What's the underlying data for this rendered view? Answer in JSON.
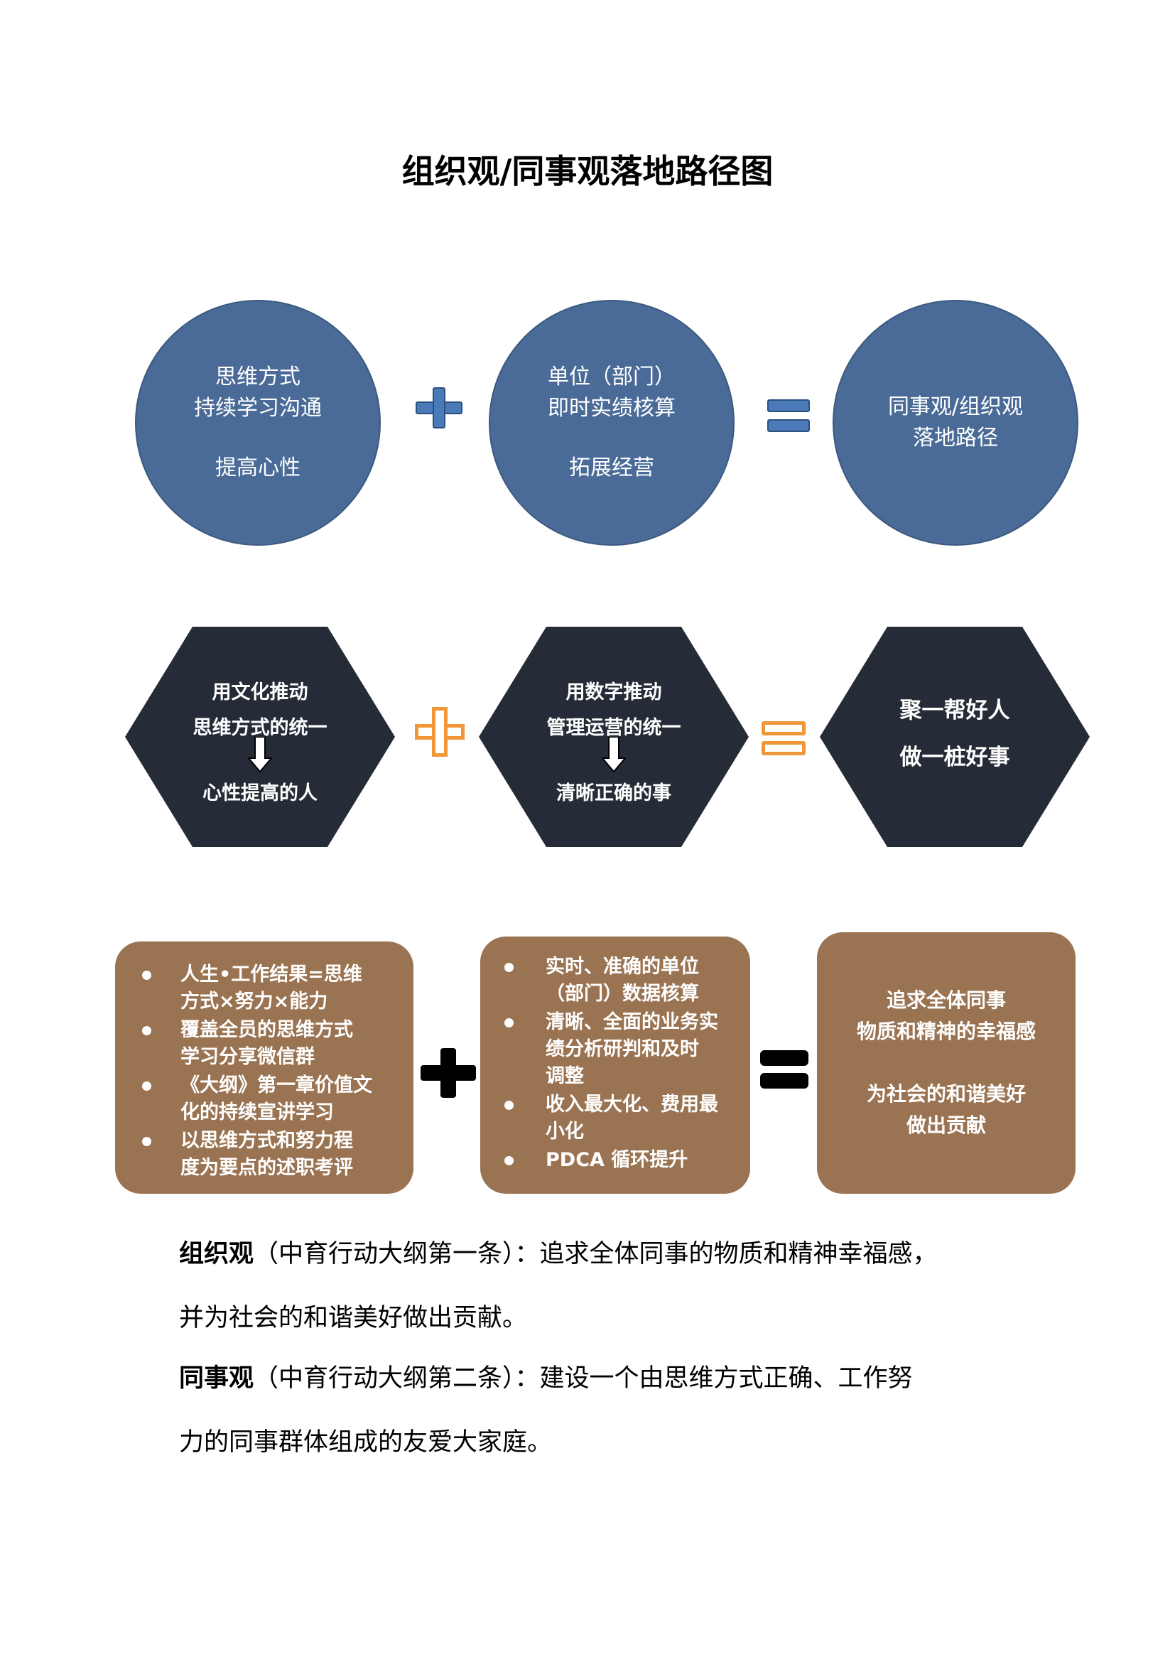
{
  "title": "组织观/同事观落地路径图",
  "row1": {
    "circle1": {
      "line1": "思维方式",
      "line2": "持续学习沟通",
      "line3": "提高心性"
    },
    "circle2": {
      "line1": "单位（部门）",
      "line2": "即时实绩核算",
      "line3": "拓展经营"
    },
    "circle3": {
      "line1": "同事观/组织观",
      "line2": "落地路径"
    },
    "color": "#4a6b97"
  },
  "row2": {
    "hex1": {
      "line1": "用文化推动",
      "line2": "思维方式的统一",
      "line3": "心性提高的人"
    },
    "hex2": {
      "line1": "用数字推动",
      "line2": "管理运营的统一",
      "line3": "清晰正确的事"
    },
    "hex3": {
      "line1": "聚一帮好人",
      "line2": "做一桩好事"
    },
    "color": "#262c37",
    "operator_color": "#f0973a"
  },
  "row3": {
    "box1": {
      "items": [
        {
          "l1": "人生•工作结果=思维",
          "l2": "方式×努力×能力"
        },
        {
          "l1": "覆盖全员的思维方式",
          "l2": "学习分享微信群"
        },
        {
          "l1": "《大纲》第一章价值文",
          "l2": "化的持续宣讲学习"
        },
        {
          "l1": "以思维方式和努力程",
          "l2": "度为要点的述职考评"
        }
      ]
    },
    "box2": {
      "items": [
        {
          "l1": "实时、准确的单位",
          "l2": "（部门）数据核算"
        },
        {
          "l1": "清晰、全面的业务实",
          "l2": "绩分析研判和及时",
          "l3": "调整"
        },
        {
          "l1": "收入最大化、费用最",
          "l2": "小化"
        },
        {
          "l1": "PDCA 循环提升"
        }
      ]
    },
    "box3": {
      "line1": "追求全体同事",
      "line2": "物质和精神的幸福感",
      "line3": "为社会的和谐美好",
      "line4": "做出贡献"
    },
    "color": "#9a7352"
  },
  "paragraphs": {
    "p1_label": "组织观",
    "p1_line1": "（中育行动大纲第一条）：追求全体同事的物质和精神幸福感，",
    "p1_line2": "并为社会的和谐美好做出贡献。",
    "p2_label": "同事观",
    "p2_line1": "（中育行动大纲第二条）：建设一个由思维方式正确、工作努",
    "p2_line2": "力的同事群体组成的友爱大家庭。"
  }
}
